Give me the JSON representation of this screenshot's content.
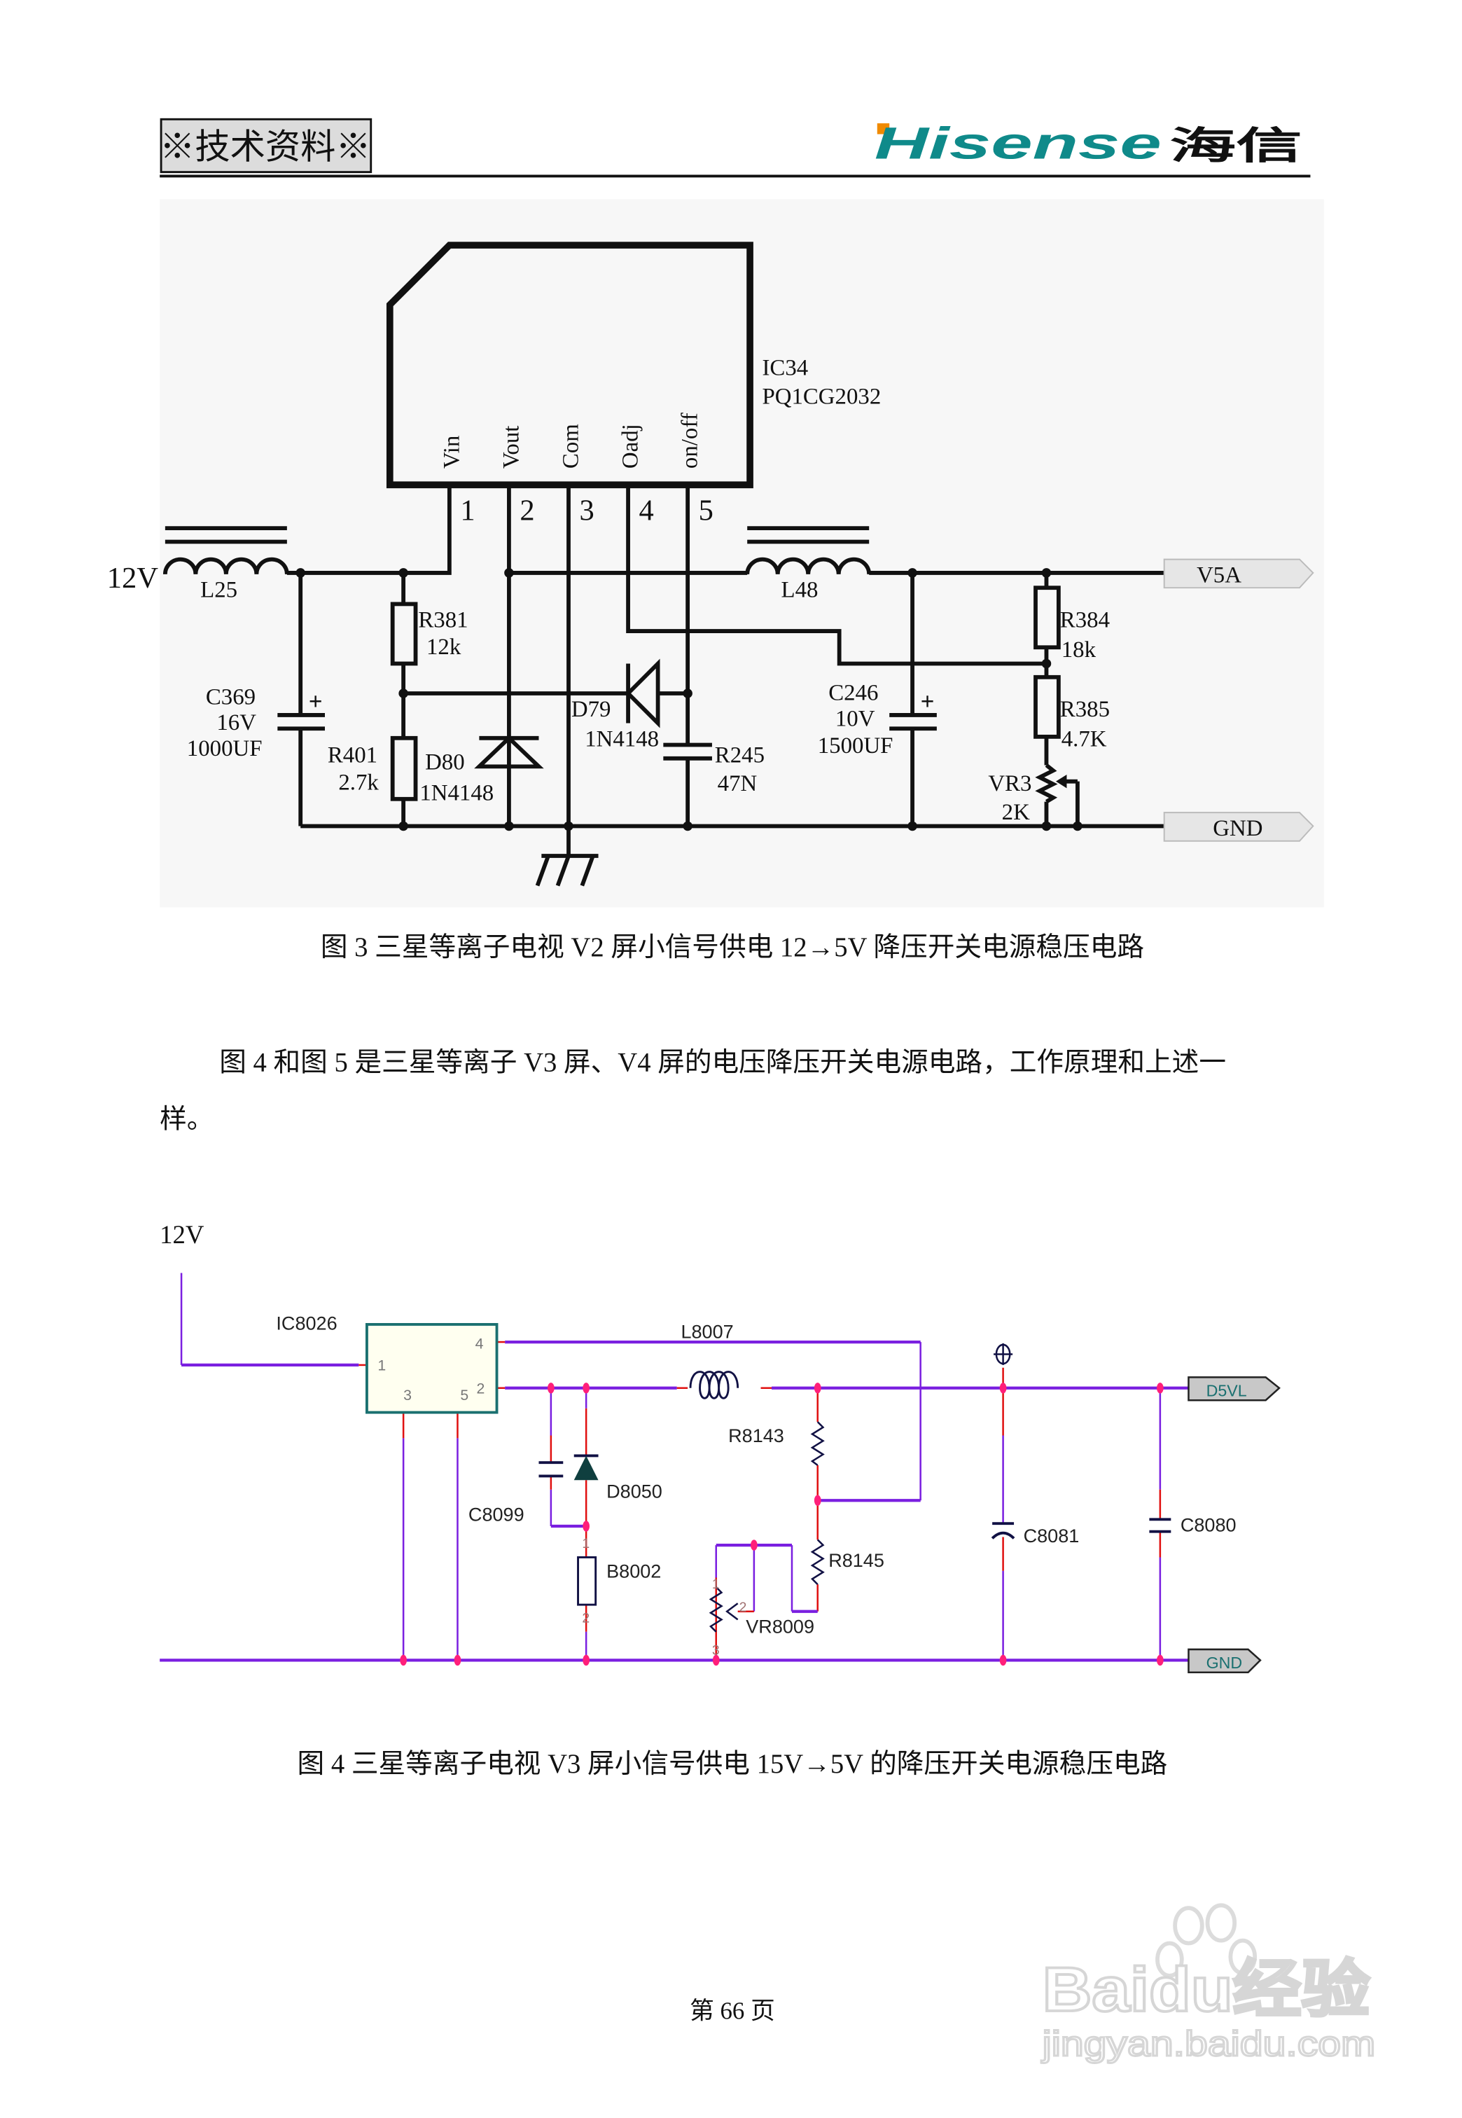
{
  "header": {
    "badge": "※技术资料※",
    "logo_text": "Hisense",
    "logo_cn": "海信",
    "brand_color": "#0f8a8a",
    "accent_color": "#f08a00"
  },
  "figure3": {
    "ic_name": "IC34",
    "ic_part": "PQ1CG2032",
    "pins": [
      {
        "name": "Vin",
        "num": "1"
      },
      {
        "name": "Vout",
        "num": "2"
      },
      {
        "name": "Com",
        "num": "3"
      },
      {
        "name": "Oadj",
        "num": "4"
      },
      {
        "name": "on/off",
        "num": "5"
      }
    ],
    "input": "12V",
    "L25": "L25",
    "L48": "L48",
    "R381": [
      "R381",
      "12k"
    ],
    "R401": [
      "R401",
      "2.7k"
    ],
    "C369": [
      "C369",
      "16V",
      "1000UF"
    ],
    "D80": [
      "D80",
      "1N4148"
    ],
    "D79": [
      "D79",
      "1N4148"
    ],
    "R245": [
      "R245",
      "47N"
    ],
    "C246": [
      "C246",
      "10V",
      "1500UF"
    ],
    "R384": [
      "R384",
      "18k"
    ],
    "R385": [
      "R385",
      "4.7K"
    ],
    "VR3": [
      "VR3",
      "2K"
    ],
    "out_tag": "V5A",
    "gnd_tag": "GND"
  },
  "caption3": "图 3   三星等离子电视 V2 屏小信号供电 12→5V 降压开关电源稳压电路",
  "paragraph": {
    "line1": "图 4 和图 5 是三星等离子 V3 屏、V4 屏的电压降压开关电源电路，工作原理和上述一",
    "line2": "样。"
  },
  "figure4": {
    "input": "12V",
    "ic_name": "IC8026",
    "ic_pins": [
      "1",
      "4",
      "2",
      "3",
      "5"
    ],
    "L8007": "L8007",
    "C8099": "C8099",
    "D8050": "D8050",
    "B8002": "B8002",
    "B8002_pins": [
      "1",
      "2"
    ],
    "R8143": "R8143",
    "R8145": "R8145",
    "VR8009": "VR8009",
    "VR8009_pins": [
      "1",
      "2",
      "3"
    ],
    "C8081": "C8081",
    "C8080": "C8080",
    "out_tag": "D5VL",
    "gnd_tag": "GND",
    "wire_color": "#7a1fe0",
    "node_color": "#ff1f7a"
  },
  "caption4": "图 4   三星等离子电视 V3 屏小信号供电 15V→5V 的降压开关电源稳压电路",
  "footer": {
    "page": "第 66 页"
  },
  "watermark": {
    "brand": "Baidu经验",
    "url": "jingyan.baidu.com"
  }
}
